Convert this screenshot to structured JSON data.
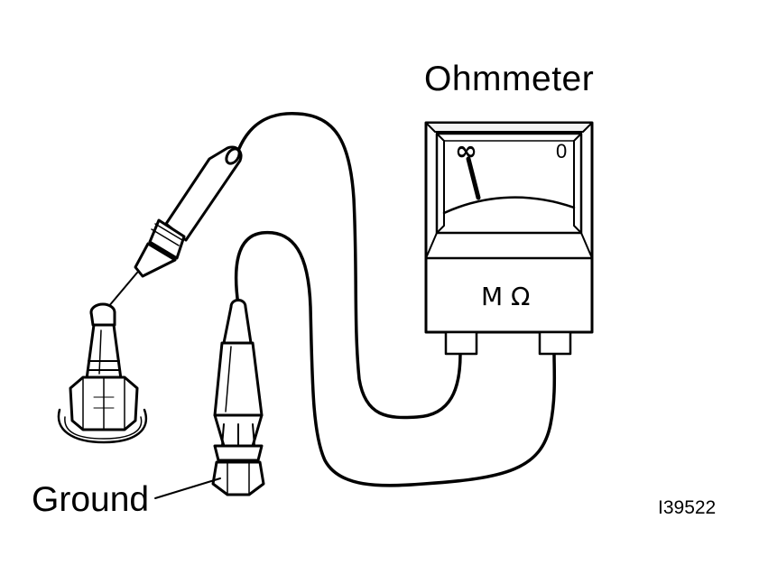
{
  "labels": {
    "ohmmeter": "Ohmmeter",
    "ground": "Ground",
    "figure_id": "I39522"
  },
  "meter": {
    "scale_left": "∞",
    "scale_right": "0",
    "unit": "M Ω"
  }
}
